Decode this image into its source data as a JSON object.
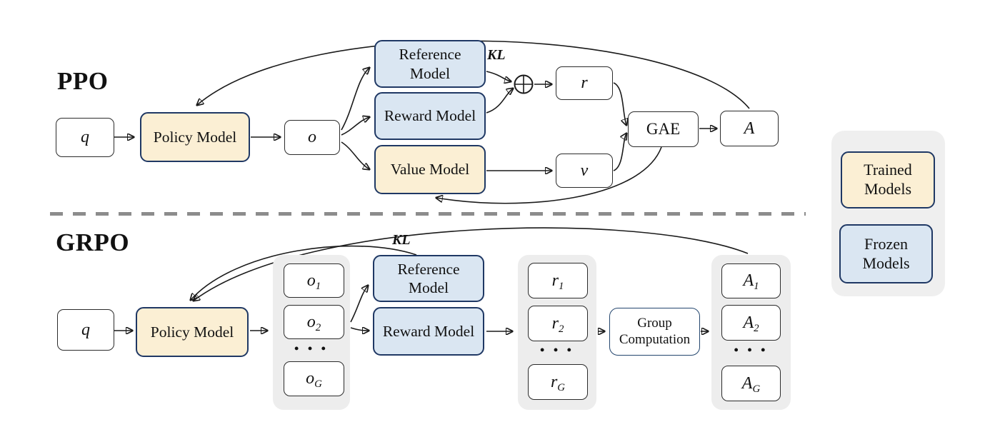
{
  "diagram": {
    "ppo": {
      "title": "PPO",
      "kl": "KL",
      "q": "q",
      "policy": "Policy Model",
      "o": "o",
      "reference": "Reference Model",
      "reward": "Reward Model",
      "value": "Value Model",
      "r": "r",
      "v": "v",
      "gae": "GAE",
      "advantage": "A"
    },
    "grpo": {
      "title": "GRPO",
      "kl": "KL",
      "q": "q",
      "policy": "Policy Model",
      "reference": "Reference Model",
      "reward": "Reward Model",
      "group_computation": "Group Computation",
      "ellipsis": "• • •",
      "o_items": [
        {
          "base": "o",
          "sub": "1"
        },
        {
          "base": "o",
          "sub": "2"
        },
        {
          "base": "o",
          "sub": "G"
        }
      ],
      "r_items": [
        {
          "base": "r",
          "sub": "1"
        },
        {
          "base": "r",
          "sub": "2"
        },
        {
          "base": "r",
          "sub": "G"
        }
      ],
      "a_items": [
        {
          "base": "A",
          "sub": "1"
        },
        {
          "base": "A",
          "sub": "2"
        },
        {
          "base": "A",
          "sub": "G"
        }
      ]
    },
    "legend": {
      "trained": "Trained Models",
      "frozen": "Frozen Models"
    },
    "icons": {
      "oplus": "circled-plus"
    },
    "colors": {
      "trained_fill": "#FBEFD4",
      "frozen_fill": "#DAE6F2",
      "model_border": "#1F3864",
      "group_fill": "#EDEDED",
      "divider": "#8C8C8C",
      "arrow": "#1A1A1A"
    }
  }
}
